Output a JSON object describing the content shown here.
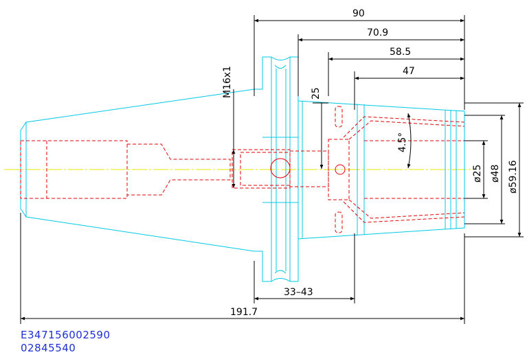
{
  "dimensions": {
    "overall_length": "191.7",
    "d90": "90",
    "d70_9": "70.9",
    "d58_5": "58.5",
    "d47": "47",
    "d25_len": "25",
    "thread": "M16x1",
    "angle": "4.5°",
    "dia25": "ø25",
    "dia48": "ø48",
    "dia59_16": "ø59.16",
    "range": "33–43"
  },
  "codes": {
    "line1": "E347156002590",
    "line2": "02845540"
  },
  "colors": {
    "outline": "#00c8e6",
    "hidden": "#e60000",
    "centerline": "#e6e600",
    "dimension": "#000000",
    "code_text": "#1d2fd6"
  }
}
